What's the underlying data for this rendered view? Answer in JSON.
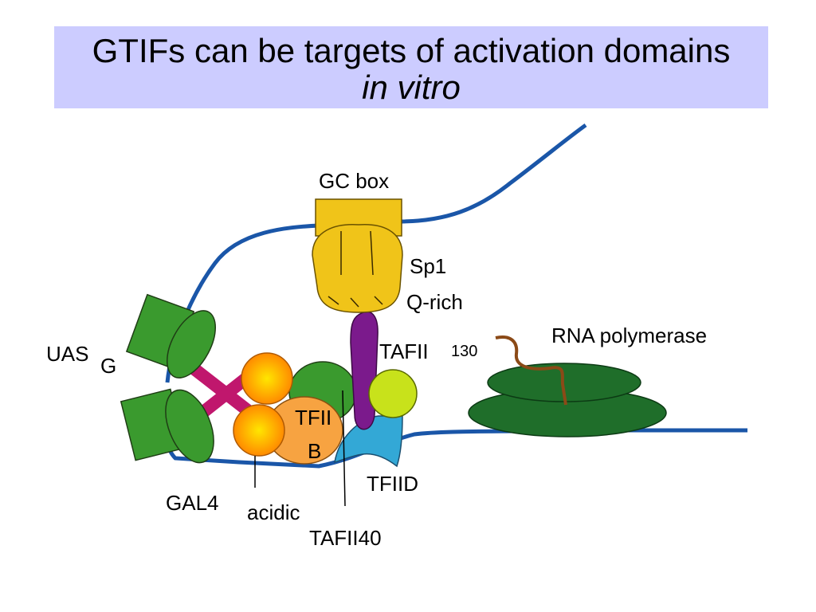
{
  "title": {
    "line1": "GTIFs can be targets of activation domains",
    "line2": "in vitro"
  },
  "labels": {
    "gc_box": "GC box",
    "sp1": "Sp1",
    "q_rich": "Q-rich",
    "uas": "UAS",
    "uas_sub": "G",
    "tafii": "TAFII",
    "tafii_num": "130",
    "rna_polymerase": "RNA polymerase",
    "tfiib_line1": "TFII",
    "tfiib_line2": "B",
    "tfiid": "TFIID",
    "gal4": "GAL4",
    "acidic": "acidic",
    "tafii40": "TAFII40"
  },
  "colors": {
    "title_bg": "#ccccff",
    "dna": "#1a56a8",
    "green": "#3a9a2e",
    "dark_green": "#1f6e2a",
    "yellow": "#f0c419",
    "purple": "#7b1a8c",
    "magenta": "#c0176d",
    "orange": "#f7a341",
    "lime": "#c8e21b",
    "blue": "#33a8d6",
    "brown": "#8b4a17"
  }
}
